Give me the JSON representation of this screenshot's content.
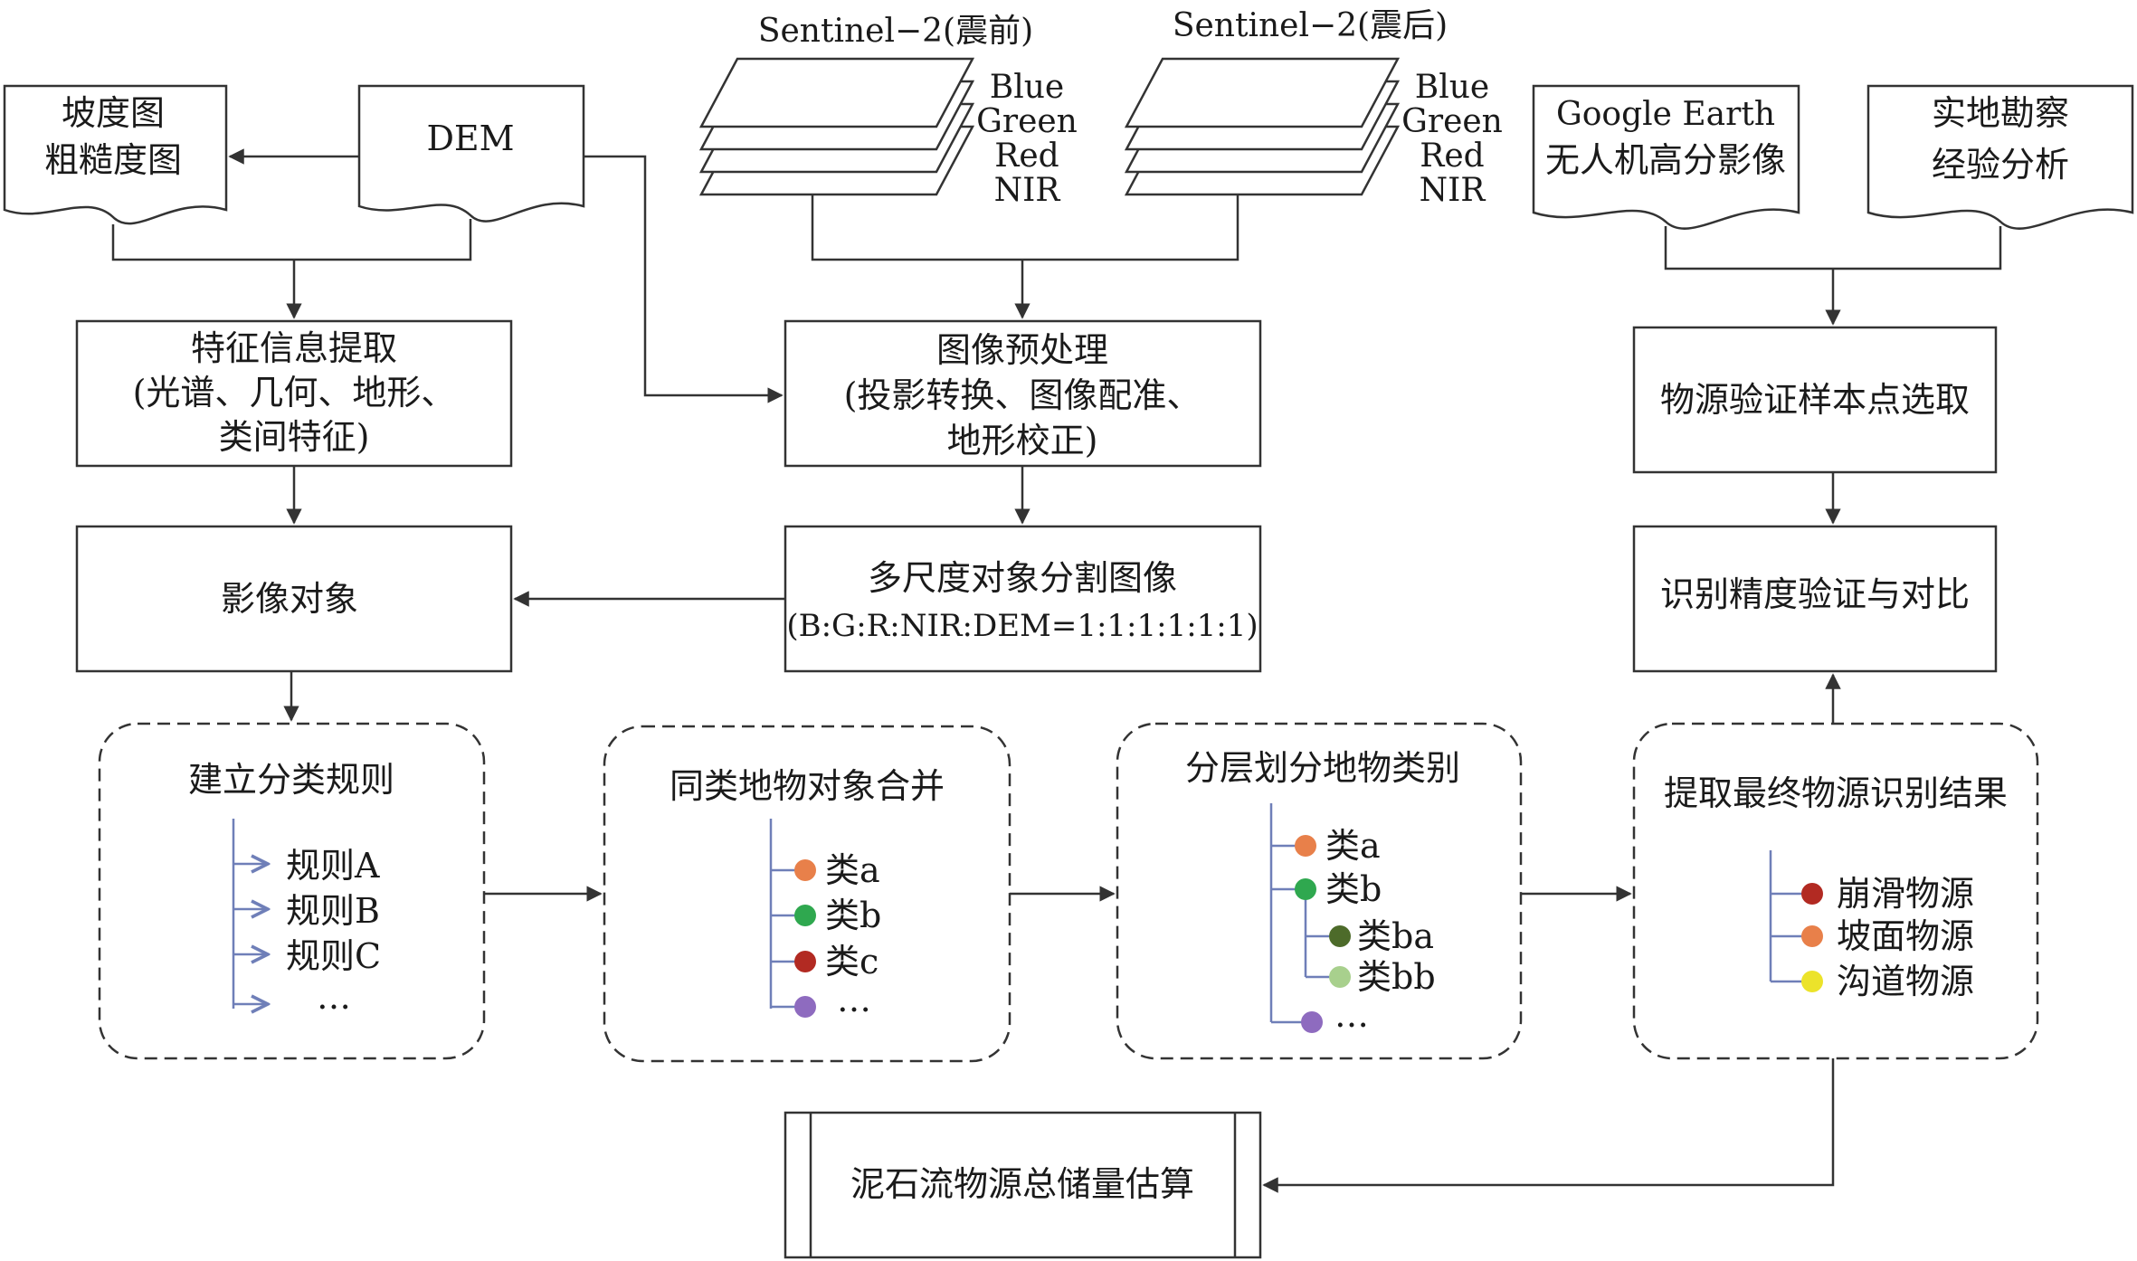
{
  "sources": {
    "slope_map": [
      "坡度图",
      "粗糙度图"
    ],
    "dem": "DEM",
    "google_earth": [
      "Google Earth",
      "无人机高分影像"
    ],
    "field": [
      "实地勘察",
      "经验分析"
    ]
  },
  "sentinel_pre": {
    "title": "Sentinel−2(震前)",
    "bands": [
      "Blue",
      "Green",
      "Red",
      "NIR"
    ]
  },
  "sentinel_post": {
    "title": "Sentinel−2(震后)",
    "bands": [
      "Blue",
      "Green",
      "Red",
      "NIR"
    ]
  },
  "process": {
    "feature": [
      "特征信息提取",
      "(光谱、几何、地形、",
      "类间特征)"
    ],
    "preprocess": [
      "图像预处理",
      "(投影转换、图像配准、",
      "地形校正)"
    ],
    "sample": "物源验证样本点选取",
    "object": "影像对象",
    "segmentation": [
      "多尺度对象分割图像",
      "(B:G:R:NIR:DEM=1:1:1:1:1:1)"
    ],
    "accuracy": "识别精度验证与对比",
    "estimate": "泥石流物源总储量估算"
  },
  "rules_panel": {
    "title": "建立分类规则",
    "items": [
      "规则A",
      "规则B",
      "规则C",
      "…"
    ]
  },
  "merge_panel": {
    "title": "同类地物对象合并",
    "items": [
      {
        "label": "类a",
        "color": "#e8804a"
      },
      {
        "label": "类b",
        "color": "#2fa84f"
      },
      {
        "label": "类c",
        "color": "#b22a22"
      },
      {
        "label": "…",
        "color": "#8e6bbf"
      }
    ]
  },
  "hierarchy_panel": {
    "title": "分层划分地物类别",
    "items": [
      {
        "label": "类a",
        "color": "#e8804a",
        "level": 0
      },
      {
        "label": "类b",
        "color": "#2fa84f",
        "level": 0
      },
      {
        "label": "类ba",
        "color": "#4d6b2a",
        "level": 1
      },
      {
        "label": "类bb",
        "color": "#a8d08d",
        "level": 1
      },
      {
        "label": "…",
        "color": "#8e6bbf",
        "level": 0
      }
    ]
  },
  "result_panel": {
    "title": "提取最终物源识别结果",
    "items": [
      {
        "label": "崩滑物源",
        "color": "#b22a22"
      },
      {
        "label": "坡面物源",
        "color": "#e8804a"
      },
      {
        "label": "沟道物源",
        "color": "#ece32a"
      }
    ]
  }
}
